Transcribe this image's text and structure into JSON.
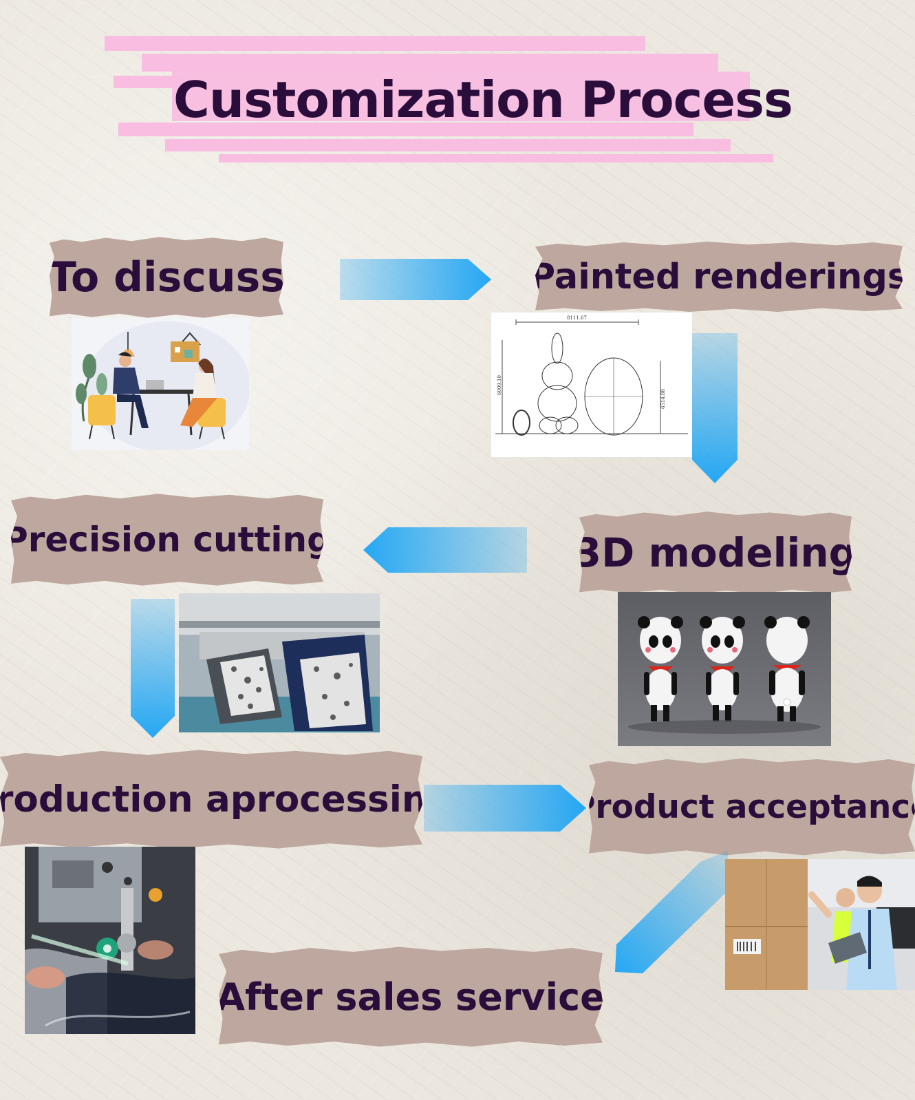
{
  "title": "Customization Process",
  "colors": {
    "title_highlight": "#f8bde0",
    "title_text": "#2a0d3a",
    "label_paper": "#bea79e",
    "arrow_blue": "#1aa4f5",
    "background": "#ece8e0"
  },
  "steps": [
    {
      "id": "to-discuss",
      "label": "To discuss",
      "icon": "meeting-illustration"
    },
    {
      "id": "painted-renderings",
      "label": "Painted renderings",
      "icon": "technical-drawing"
    },
    {
      "id": "3d-modeling",
      "label": "3D modeling",
      "icon": "panda-3d-models"
    },
    {
      "id": "precision-cutting",
      "label": "Precision cutting",
      "icon": "cutting-machine-photo"
    },
    {
      "id": "production-processing",
      "label": "Production aprocessing",
      "icon": "sewing-machine-photo"
    },
    {
      "id": "product-acceptance",
      "label": "Product acceptance",
      "icon": "inspection-photo"
    },
    {
      "id": "after-sales-service",
      "label": "After sales service",
      "icon": ""
    }
  ],
  "drawing_dimensions": {
    "width": "8111.67",
    "height_left": "6009.10",
    "height_right": "6514.88"
  }
}
